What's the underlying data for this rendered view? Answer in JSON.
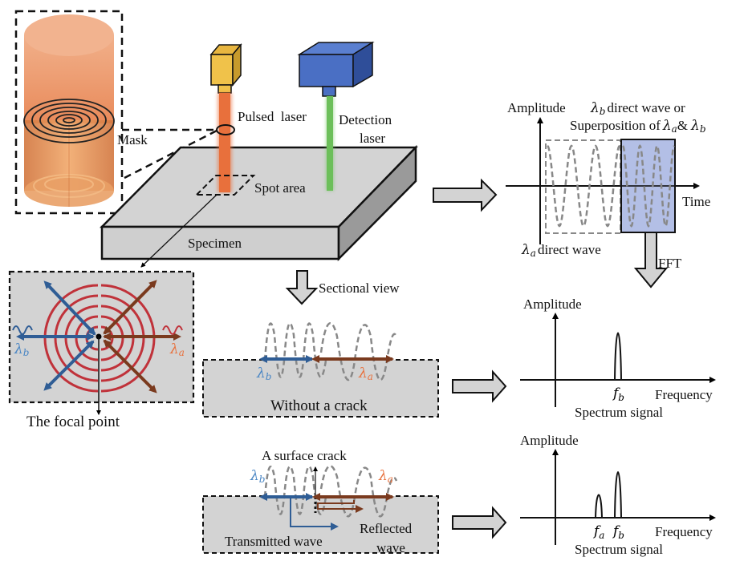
{
  "title": "Laser ultrasonic surface crack detection schematic",
  "setup": {
    "mask_label": "Mask",
    "pulsed_laser_label": "Pulsed  laser",
    "detection_laser_label_line1": "Detection",
    "detection_laser_label_line2": "laser",
    "spot_area_label": "Spot area",
    "specimen_label": "Specimen"
  },
  "focal_panel": {
    "lambda_b_label": "λ",
    "lambda_b_sub": "b",
    "lambda_a_label": "λ",
    "lambda_a_sub": "a",
    "caption": "The focal point"
  },
  "time_signal": {
    "y_axis_label": "Amplitude",
    "x_axis_label": "Time",
    "annot_b_line1_greek": "λ",
    "annot_b_line1_sub": "b",
    "annot_b_line1_text": "direct wave or",
    "annot_b_line2_text": "Superposition of",
    "annot_b_line2_greek_a": "λ",
    "annot_b_line2_sub_a": "a",
    "annot_b_line2_amp": "&",
    "annot_b_line2_greek_b": "λ",
    "annot_b_line2_sub_b": "b",
    "annot_a_greek": "λ",
    "annot_a_sub": "a",
    "annot_a_text": "direct wave",
    "fft_label": "FFT"
  },
  "sectional": {
    "arrow_label": "Sectional view",
    "no_crack": {
      "caption": "Without a crack",
      "lambda_b": "λ",
      "lambda_b_sub": "b",
      "lambda_a": "λ",
      "lambda_a_sub": "a"
    },
    "crack": {
      "title": "A surface crack",
      "lambda_b": "λ",
      "lambda_b_sub": "b",
      "lambda_a": "λ",
      "lambda_a_sub": "a",
      "transmitted_label": "Transmitted wave",
      "reflected_line1": "Reflected",
      "reflected_line2": "wave"
    }
  },
  "colors": {
    "laser_orange": "#e8703c",
    "detection_green": "#6cbf5a",
    "pulsed_head_yellow": "#f0c24a",
    "detection_head_blue": "#4a6fc4",
    "specimen_grey": "#d3d3d3",
    "lambda_b_blue": "#2f5d95",
    "lambda_a_brown": "#7a3a1e",
    "ring_red": "#c0323a",
    "lambda_a_text": "#e8703c",
    "lambda_b_text": "#4a86c4",
    "window_blue": "#b3bfe6"
  },
  "chart_data": [
    {
      "type": "line",
      "title": "Time-domain signal",
      "xlabel": "Time",
      "ylabel": "Amplitude",
      "series": [
        {
          "name": "λa direct wave",
          "cycles": 3,
          "style": "dashed"
        },
        {
          "name": "λb direct wave or Superposition of λa & λb",
          "cycles": 3,
          "style": "dashed",
          "highlighted": true
        }
      ]
    },
    {
      "type": "line",
      "title": "Spectrum signal (without a crack)",
      "xlabel": "Frequency",
      "ylabel": "Amplitude",
      "peaks": [
        {
          "label": "f_b",
          "freq_label": "fb",
          "relative_amplitude": 1.0
        }
      ]
    },
    {
      "type": "line",
      "title": "Spectrum signal (surface crack)",
      "xlabel": "Frequency",
      "ylabel": "Amplitude",
      "peaks": [
        {
          "label": "f_a",
          "freq_label": "fa",
          "relative_amplitude": 0.5
        },
        {
          "label": "f_b",
          "freq_label": "fb",
          "relative_amplitude": 1.0
        }
      ]
    }
  ],
  "spectrum_labels": {
    "amplitude": "Amplitude",
    "frequency": "Frequency",
    "caption": "Spectrum signal",
    "f": "f",
    "sub_a": "a",
    "sub_b": "b"
  }
}
